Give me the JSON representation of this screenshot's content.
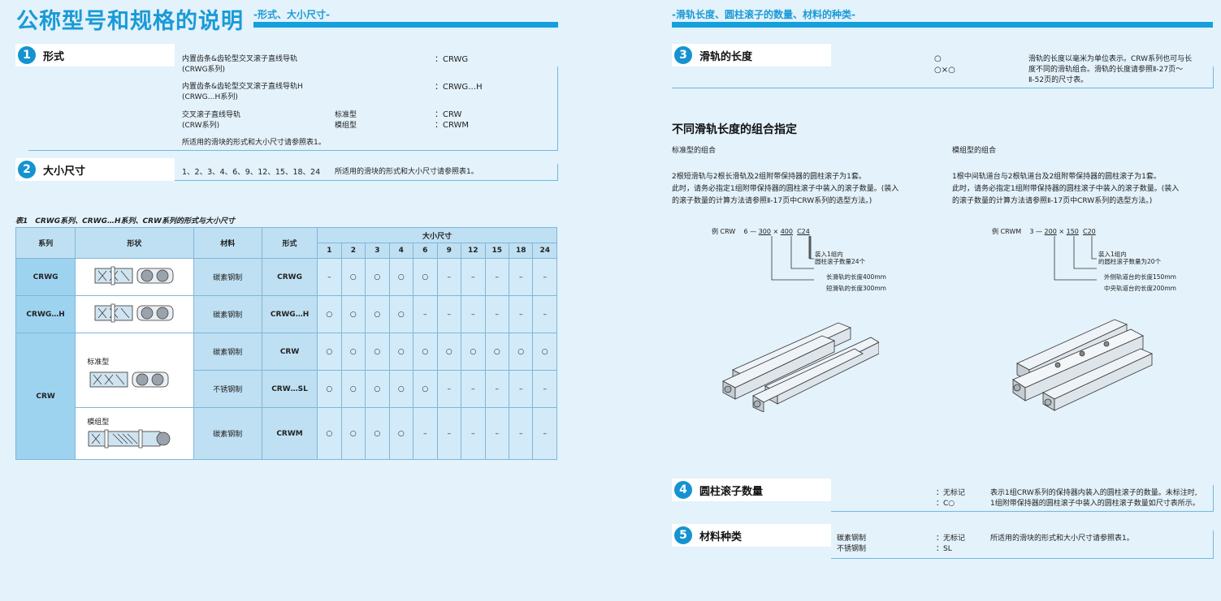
{
  "page": {
    "title": "公称型号和规格的说明",
    "subtitle_left": "-形式、大小尺寸-",
    "subtitle_right": "-滑轨长度、圆柱滚子的数量、材料的种类-"
  },
  "sec1": {
    "num": "1",
    "label": "形式",
    "rows": [
      {
        "l1": "内置齿条&齿轮型交叉滚子直线导轨",
        "l2": "(CRWG系列)",
        "t1": "",
        "t2": "",
        "c1": "：CRWG",
        "c2": ""
      },
      {
        "l1": "内置齿条&齿轮型交叉滚子直线导轨H",
        "l2": "(CRWG…H系列)",
        "t1": "",
        "t2": "",
        "c1": "：CRWG…H",
        "c2": ""
      },
      {
        "l1": "交叉滚子直线导轨",
        "l2": "(CRW系列)",
        "t1": "标准型",
        "t2": "模组型",
        "c1": "：CRW",
        "c2": "：CRWM"
      }
    ],
    "note": "所适用的滑块的形式和大小尺寸请参照表1。"
  },
  "sec2": {
    "num": "2",
    "label": "大小尺寸",
    "values": "1、2、3、4、6、9、12、15、18、24",
    "note": "所适用的滑块的形式和大小尺寸请参照表1。"
  },
  "table": {
    "caption": "表1　CRWG系列、CRWG…H系列、CRW系列的形式与大小尺寸",
    "headers": {
      "series": "系列",
      "shape": "形状",
      "material": "材料",
      "form": "形式",
      "sizes_group": "大小尺寸"
    },
    "sizes": [
      "1",
      "2",
      "3",
      "4",
      "6",
      "9",
      "12",
      "15",
      "18",
      "24"
    ],
    "rows": [
      {
        "series": "CRWG",
        "shape": "",
        "material": "碳素钢制",
        "form": "CRWG",
        "values": [
          "–",
          "○",
          "○",
          "○",
          "○",
          "–",
          "–",
          "–",
          "–",
          "–"
        ]
      },
      {
        "series": "CRWG…H",
        "shape": "",
        "material": "碳素钢制",
        "form": "CRWG…H",
        "values": [
          "○",
          "○",
          "○",
          "○",
          "–",
          "–",
          "–",
          "–",
          "–",
          "–"
        ]
      },
      {
        "series": "CRW",
        "shape": "标准型",
        "material": "碳素钢制",
        "form": "CRW",
        "values": [
          "○",
          "○",
          "○",
          "○",
          "○",
          "○",
          "○",
          "○",
          "○",
          "○"
        ]
      },
      {
        "series": "",
        "shape": "",
        "material": "不锈钢制",
        "form": "CRW…SL",
        "values": [
          "○",
          "○",
          "○",
          "○",
          "○",
          "–",
          "–",
          "–",
          "–",
          "–"
        ]
      },
      {
        "series": "",
        "shape": "模组型",
        "material": "碳素钢制",
        "form": "CRWM",
        "values": [
          "○",
          "○",
          "○",
          "○",
          "–",
          "–",
          "–",
          "–",
          "–",
          "–"
        ]
      }
    ]
  },
  "sec3": {
    "num": "3",
    "label": "滑轨的长度",
    "code1": "○",
    "code2": "○×○",
    "desc1": "滑轨的长度以毫米为单位表示。CRW系列也可与长",
    "desc2": "度不同的滑轨组合。滑轨的长度请参照Ⅱ-27页～",
    "desc3": "Ⅱ-52页的尺寸表。"
  },
  "combo": {
    "heading": "不同滑轨长度的组合指定",
    "left": {
      "sub": "标准型的组合",
      "p1": "2根短滑轨与2根长滑轨及2组附带保持器的圆柱滚子为1套。",
      "p2": "此时，请务必指定1组附带保持器的圆柱滚子中装入的滚子数量。(装入",
      "p3": "的滚子数量的计算方法请参照Ⅱ-17页中CRW系列的选型方法。)",
      "ex_prefix": "例 CRW",
      "ex_a": "6",
      "ex_dash": "—",
      "ex_b": "300",
      "ex_x": "×",
      "ex_c": "400",
      "ex_d": "C24",
      "a1": "装入1组内",
      "a2": "圆柱滚子数量24个",
      "a3": "长滑轨的长度400mm",
      "a4": "短滑轨的长度300mm"
    },
    "right": {
      "sub": "模组型的组合",
      "p1": "1根中间轨道台与2根轨道台及2组附带保持器的圆柱滚子为1套。",
      "p2": "此时，请务必指定1组附带保持器的圆柱滚子中装入的滚子数量。(装入",
      "p3": "的滚子数量的计算方法请参照Ⅱ-17页中CRW系列的选型方法。)",
      "ex_prefix": "例 CRWM",
      "ex_a": "3",
      "ex_dash": "—",
      "ex_b": "200",
      "ex_x": "×",
      "ex_c": "150",
      "ex_d": "C20",
      "a1": "装入1组内",
      "a2": "的圆柱滚子数量为20个",
      "a3": "外侧轨道台的长度150mm",
      "a4": "中央轨道台的长度200mm"
    }
  },
  "sec4": {
    "num": "4",
    "label": "圆柱滚子数量",
    "c1": "：无标记",
    "c2": "：C○",
    "d1": "表示1组CRW系列的保持器内装入的圆柱滚子的数量。未标注时,",
    "d2": "1组附带保持器的圆柱滚子中装入的圆柱滚子数量如尺寸表所示。"
  },
  "sec5": {
    "num": "5",
    "label": "材料种类",
    "m1": "碳素钢制",
    "m2": "不锈钢制",
    "c1": "：无标记",
    "c2": "：SL",
    "d1": "所适用的滑块的形式和大小尺寸请参照表1。"
  },
  "colors": {
    "accent": "#14a0dc",
    "background": "#e3f2fb",
    "table_header": "#bfe0f3",
    "series_cell": "#9ed3f0"
  }
}
